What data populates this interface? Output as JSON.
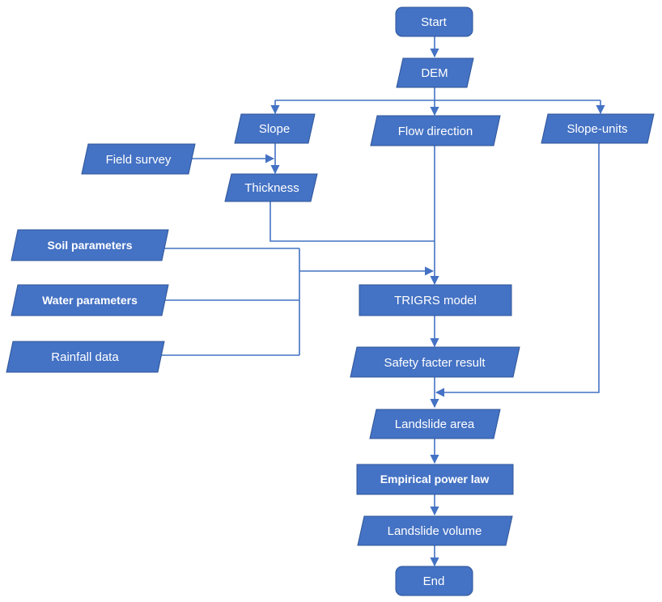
{
  "nodes": {
    "start": "Start",
    "dem": "DEM",
    "slope": "Slope",
    "flow_direction": "Flow direction",
    "slope_units": "Slope-units",
    "field_survey": "Field survey",
    "thickness": "Thickness",
    "soil_parameters": "Soil parameters",
    "water_parameters": "Water parameters",
    "rainfall_data": "Rainfall data",
    "trigrs_model": "TRIGRS model",
    "safety_factor_result": "Safety facter result",
    "landslide_area": "Landslide area",
    "empirical_power_law": "Empirical power law",
    "landslide_volume": "Landslide volume",
    "end": "End"
  },
  "edges": [
    [
      "start",
      "dem"
    ],
    [
      "dem",
      "slope"
    ],
    [
      "dem",
      "flow_direction"
    ],
    [
      "dem",
      "slope_units"
    ],
    [
      "slope",
      "thickness"
    ],
    [
      "field_survey",
      "thickness"
    ],
    [
      "thickness",
      "trigrs_model"
    ],
    [
      "flow_direction",
      "trigrs_model"
    ],
    [
      "soil_parameters",
      "trigrs_model"
    ],
    [
      "water_parameters",
      "trigrs_model"
    ],
    [
      "rainfall_data",
      "trigrs_model"
    ],
    [
      "trigrs_model",
      "safety_factor_result"
    ],
    [
      "safety_factor_result",
      "landslide_area"
    ],
    [
      "slope_units",
      "landslide_area"
    ],
    [
      "landslide_area",
      "empirical_power_law"
    ],
    [
      "empirical_power_law",
      "landslide_volume"
    ],
    [
      "landslide_volume",
      "end"
    ]
  ],
  "colors": {
    "fill": "#4472c4",
    "stroke": "#2f5597",
    "text": "#ffffff",
    "connector": "#4472c4"
  }
}
